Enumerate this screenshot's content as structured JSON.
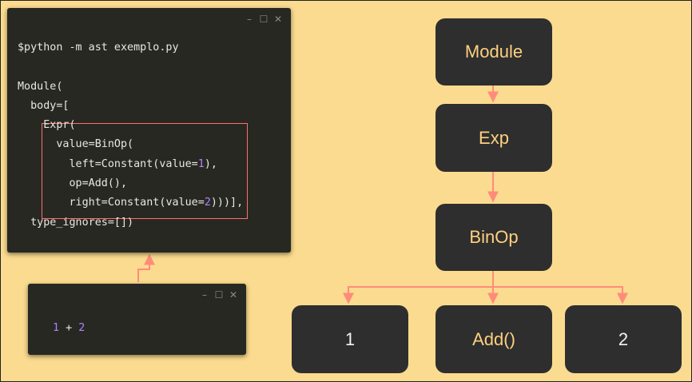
{
  "terminal": {
    "controls": {
      "minimize": "–",
      "maximize": "☐",
      "close": "✕"
    },
    "lines": [
      "$python -m ast exemplo.py",
      "",
      "Module(",
      "  body=[",
      "    Expr(",
      "      value=BinOp(",
      "        left=Constant(value=1),",
      "        op=Add(),",
      "        right=Constant(value=2)))],",
      "  type_ignores=[])"
    ]
  },
  "source": {
    "controls": {
      "minimize": "–",
      "maximize": "☐",
      "close": "✕"
    },
    "expression": {
      "left": "1",
      "op": "+",
      "right": "2"
    }
  },
  "tree": {
    "module": "Module",
    "exp": "Exp",
    "binop": "BinOp",
    "left": "1",
    "op": "Add()",
    "right": "2"
  },
  "colors": {
    "background": "#fbdb8f",
    "window": "#272822",
    "node": "#2e2e2e",
    "node_label": "#ffd080",
    "number": "#ae81ff",
    "arrow": "#ff8c7a",
    "highlight_border": "#ff6f6f"
  }
}
